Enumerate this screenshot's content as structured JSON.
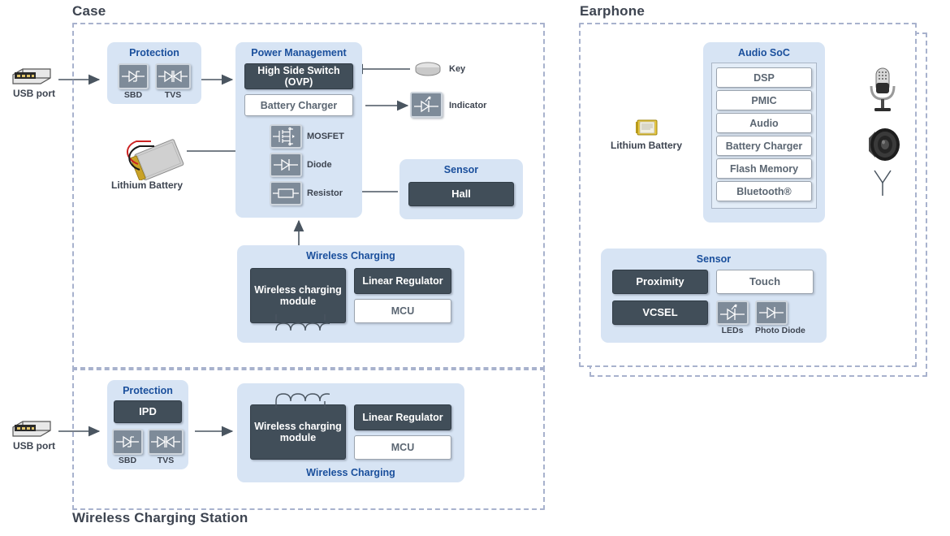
{
  "sections": {
    "case": {
      "title": "Case"
    },
    "earphone": {
      "title": "Earphone"
    },
    "station": {
      "title": "Wireless Charging Station"
    }
  },
  "case": {
    "usb_port": {
      "label": "USB port",
      "icon": "usb-port-icon"
    },
    "battery": {
      "label": "Lithium Battery",
      "icon": "lithium-battery-icon"
    },
    "protection": {
      "title": "Protection",
      "components": [
        {
          "label": "SBD",
          "icon": "schottky-diode-icon"
        },
        {
          "label": "TVS",
          "icon": "tvs-diode-icon"
        }
      ]
    },
    "power_management": {
      "title": "Power Management",
      "blocks": [
        {
          "label": "High Side Switch (OVP)",
          "style": "dark"
        },
        {
          "label": "Battery Charger",
          "style": "white"
        }
      ],
      "components": [
        {
          "label": "MOSFET",
          "icon": "mosfet-icon"
        },
        {
          "label": "Diode",
          "icon": "diode-icon"
        },
        {
          "label": "Resistor",
          "icon": "resistor-icon"
        }
      ]
    },
    "key": {
      "label": "Key",
      "icon": "tactile-key-icon"
    },
    "indicator": {
      "label": "Indicator",
      "icon": "led-indicator-icon"
    },
    "sensor": {
      "title": "Sensor",
      "blocks": [
        {
          "label": "Hall",
          "style": "dark"
        }
      ]
    },
    "wireless_charging": {
      "title": "Wireless Charging",
      "blocks": [
        {
          "label": "Wireless charging module",
          "style": "dark"
        },
        {
          "label": "Linear Regulator",
          "style": "dark"
        },
        {
          "label": "MCU",
          "style": "white"
        }
      ],
      "coil_icon": "coil-icon"
    }
  },
  "earphone": {
    "battery": {
      "label": "Lithium Battery",
      "icon": "lithium-battery-icon"
    },
    "audio_soc": {
      "title": "Audio SoC",
      "blocks": [
        {
          "label": "DSP",
          "style": "white"
        },
        {
          "label": "PMIC",
          "style": "white"
        },
        {
          "label": "Audio",
          "style": "white"
        },
        {
          "label": "Battery Charger",
          "style": "white"
        },
        {
          "label": "Flash Memory",
          "style": "white"
        },
        {
          "label": "Bluetooth®",
          "style": "white"
        }
      ]
    },
    "peripherals": [
      {
        "label": "",
        "icon": "microphone-icon"
      },
      {
        "label": "",
        "icon": "speaker-icon"
      },
      {
        "label": "",
        "icon": "antenna-icon"
      }
    ],
    "sensor": {
      "title": "Sensor",
      "blocks": [
        {
          "label": "Proximity",
          "style": "dark"
        },
        {
          "label": "Touch",
          "style": "white"
        },
        {
          "label": "VCSEL",
          "style": "dark"
        }
      ],
      "components": [
        {
          "label": "LEDs",
          "icon": "led-icon"
        },
        {
          "label": "Photo Diode",
          "icon": "photodiode-icon"
        }
      ]
    }
  },
  "station": {
    "usb_port": {
      "label": "USB port",
      "icon": "usb-port-icon"
    },
    "protection": {
      "title": "Protection",
      "blocks": [
        {
          "label": "IPD",
          "style": "dark"
        }
      ],
      "components": [
        {
          "label": "SBD",
          "icon": "schottky-diode-icon"
        },
        {
          "label": "TVS",
          "icon": "tvs-diode-icon"
        }
      ]
    },
    "wireless_charging": {
      "title": "Wireless Charging",
      "blocks": [
        {
          "label": "Wireless charging module",
          "style": "dark"
        },
        {
          "label": "Linear Regulator",
          "style": "dark"
        },
        {
          "label": "MCU",
          "style": "white"
        }
      ],
      "coil_icon": "coil-icon"
    }
  },
  "colors": {
    "panel_bg": "#d7e4f4",
    "panel_title": "#1a4f9c",
    "block_dark": "#414e59",
    "block_white": "#ffffff",
    "dashed_border": "#a8b2cd",
    "tile_grey": "#7e8b99",
    "text_dark": "#3d4450",
    "arrow": "#4a5560"
  }
}
